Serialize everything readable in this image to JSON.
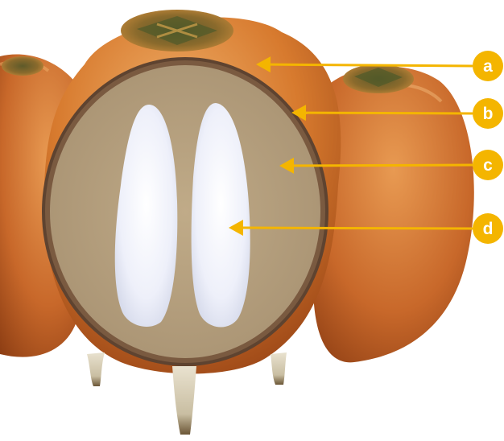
{
  "colors": {
    "background": "#ffffff",
    "fruit_orange": "#d77a2e",
    "fruit_dark": "#a9501d",
    "fruit_light": "#eca35a",
    "shell_ring": "#6b4a33",
    "mesocarp": "#b5a07d",
    "kernel": "#f3f4fb",
    "callout": "#f4b500",
    "badge_text": "#ffffff"
  },
  "icons": {
    "calyx": "calyx-crown-icon",
    "stalk": "stalk-tip-icon"
  },
  "callouts": [
    {
      "id": "a",
      "label": "a",
      "target": "outer-skin"
    },
    {
      "id": "b",
      "label": "b",
      "target": "dark-shell-ring"
    },
    {
      "id": "c",
      "label": "c",
      "target": "inner-pulp"
    },
    {
      "id": "d",
      "label": "d",
      "target": "white-kernel"
    }
  ]
}
